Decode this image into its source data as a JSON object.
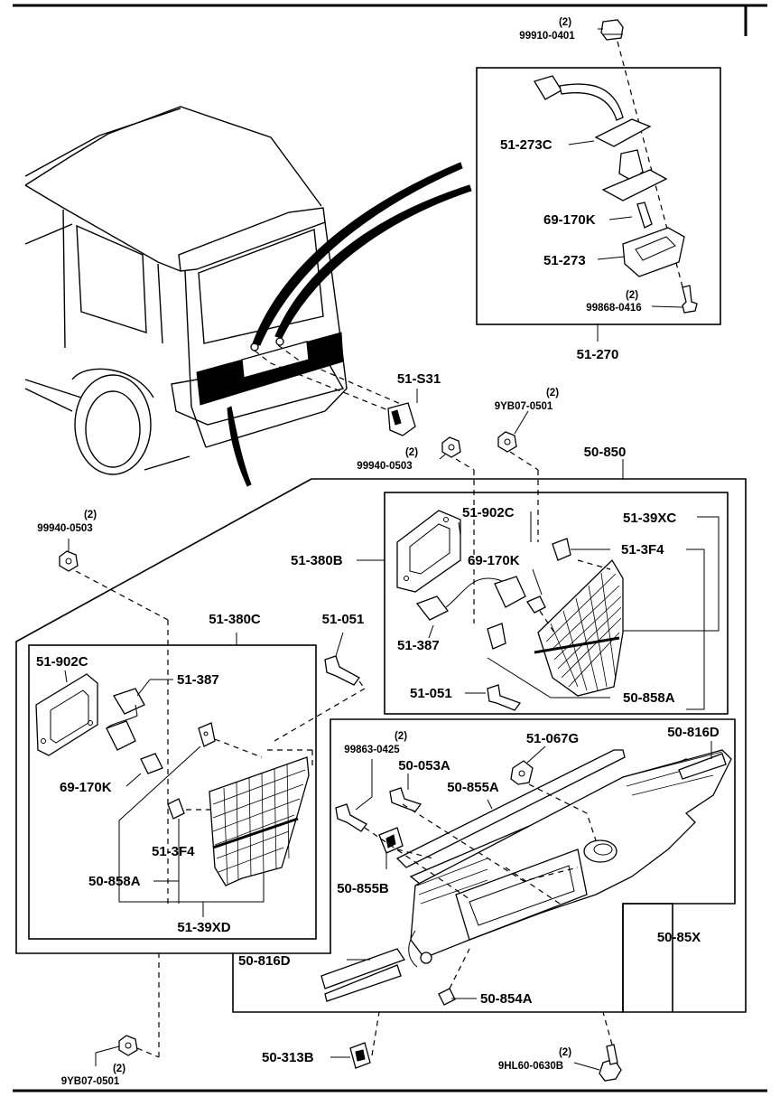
{
  "labels": {
    "p99910_0401_qty": "(2)",
    "p99910_0401": "99910-0401",
    "p51_273C": "51-273C",
    "p69_170K_a": "69-170K",
    "p51_273": "51-273",
    "p99868_0416_qty": "(2)",
    "p99868_0416": "99868-0416",
    "p51_270": "51-270",
    "p51_S31": "51-S31",
    "p9YB07_0501_a_qty": "(2)",
    "p9YB07_0501_a": "9YB07-0501",
    "p99940_0503_a_qty": "(2)",
    "p99940_0503_a": "99940-0503",
    "p50_850": "50-850",
    "p99940_0503_b_qty": "(2)",
    "p99940_0503_b": "99940-0503",
    "p51_902C_a": "51-902C",
    "p51_39XC": "51-39XC",
    "p51_380B": "51-380B",
    "p69_170K_b": "69-170K",
    "p51_3F4_a": "51-3F4",
    "p51_387_a": "51-387",
    "p51_380C": "51-380C",
    "p51_051_a": "51-051",
    "p51_902C_b": "51-902C",
    "p51_387_b": "51-387",
    "p51_051_b": "51-051",
    "p50_858A_a": "50-858A",
    "p99863_0425_qty": "(2)",
    "p99863_0425": "99863-0425",
    "p51_067G": "51-067G",
    "p50_816D_a": "50-816D",
    "p50_053A": "50-053A",
    "p50_855A": "50-855A",
    "p69_170K_c": "69-170K",
    "p51_3F4_b": "51-3F4",
    "p50_858A_b": "50-858A",
    "p50_855B": "50-855B",
    "p51_39XD": "51-39XD",
    "p50_85X": "50-85X",
    "p50_816D_b": "50-816D",
    "p50_854A": "50-854A",
    "p50_313B": "50-313B",
    "p9HL60_0630B_qty": "(2)",
    "p9HL60_0630B": "9HL60-0630B",
    "p9YB07_0501_b_qty": "(2)",
    "p9YB07_0501_b": "9YB07-0501"
  }
}
